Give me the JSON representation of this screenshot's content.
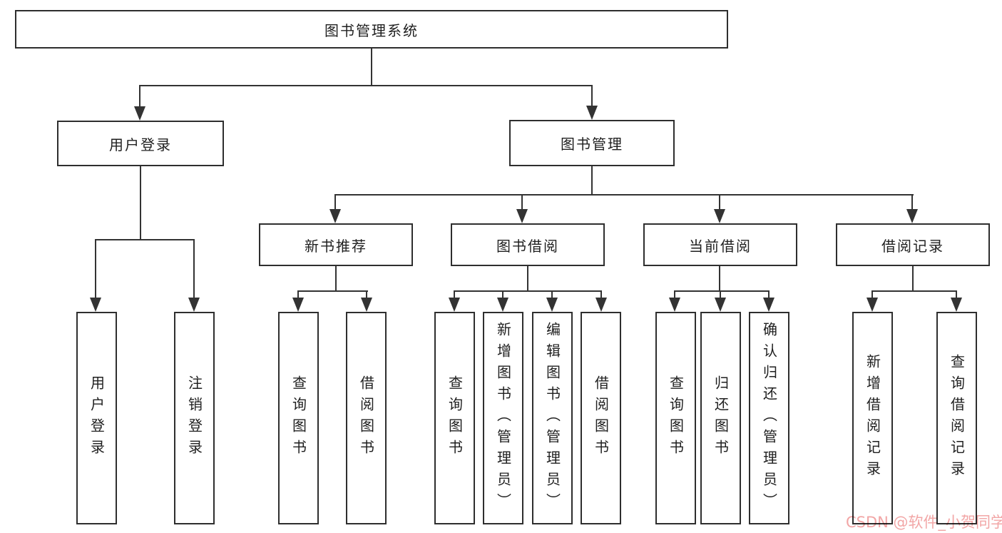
{
  "nodes": {
    "root": {
      "label": "图书管理系统"
    },
    "user_login": {
      "label": "用户登录"
    },
    "book_management": {
      "label": "图书管理"
    },
    "new_book_recommendation": {
      "label": "新书推荐"
    },
    "book_borrowing": {
      "label": "图书借阅"
    },
    "current_borrowing": {
      "label": "当前借阅"
    },
    "borrowing_records": {
      "label": "借阅记录"
    }
  },
  "leaves": {
    "user_login": {
      "login": "用户登录",
      "logout": "注销登录"
    },
    "new_book_recommendation": {
      "query": "查询图书",
      "borrow": "借阅图书"
    },
    "book_borrowing": {
      "query": "查询图书",
      "add": "新增图书（管理员）",
      "edit": "编辑图书（管理员）",
      "borrow": "借阅图书"
    },
    "current_borrowing": {
      "query": "查询图书",
      "return": "归还图书",
      "confirm_return": "确认归还（管理员）"
    },
    "borrowing_records": {
      "add_record": "新增借阅记录",
      "query_record": "查询借阅记录"
    }
  },
  "watermark": {
    "text": "CSDN @软件_小贺同学",
    "color": "#f2a6a6"
  },
  "colors": {
    "line": "#333333",
    "border": "#2e2e2e",
    "text": "#1f1f1f",
    "background": "#ffffff"
  }
}
